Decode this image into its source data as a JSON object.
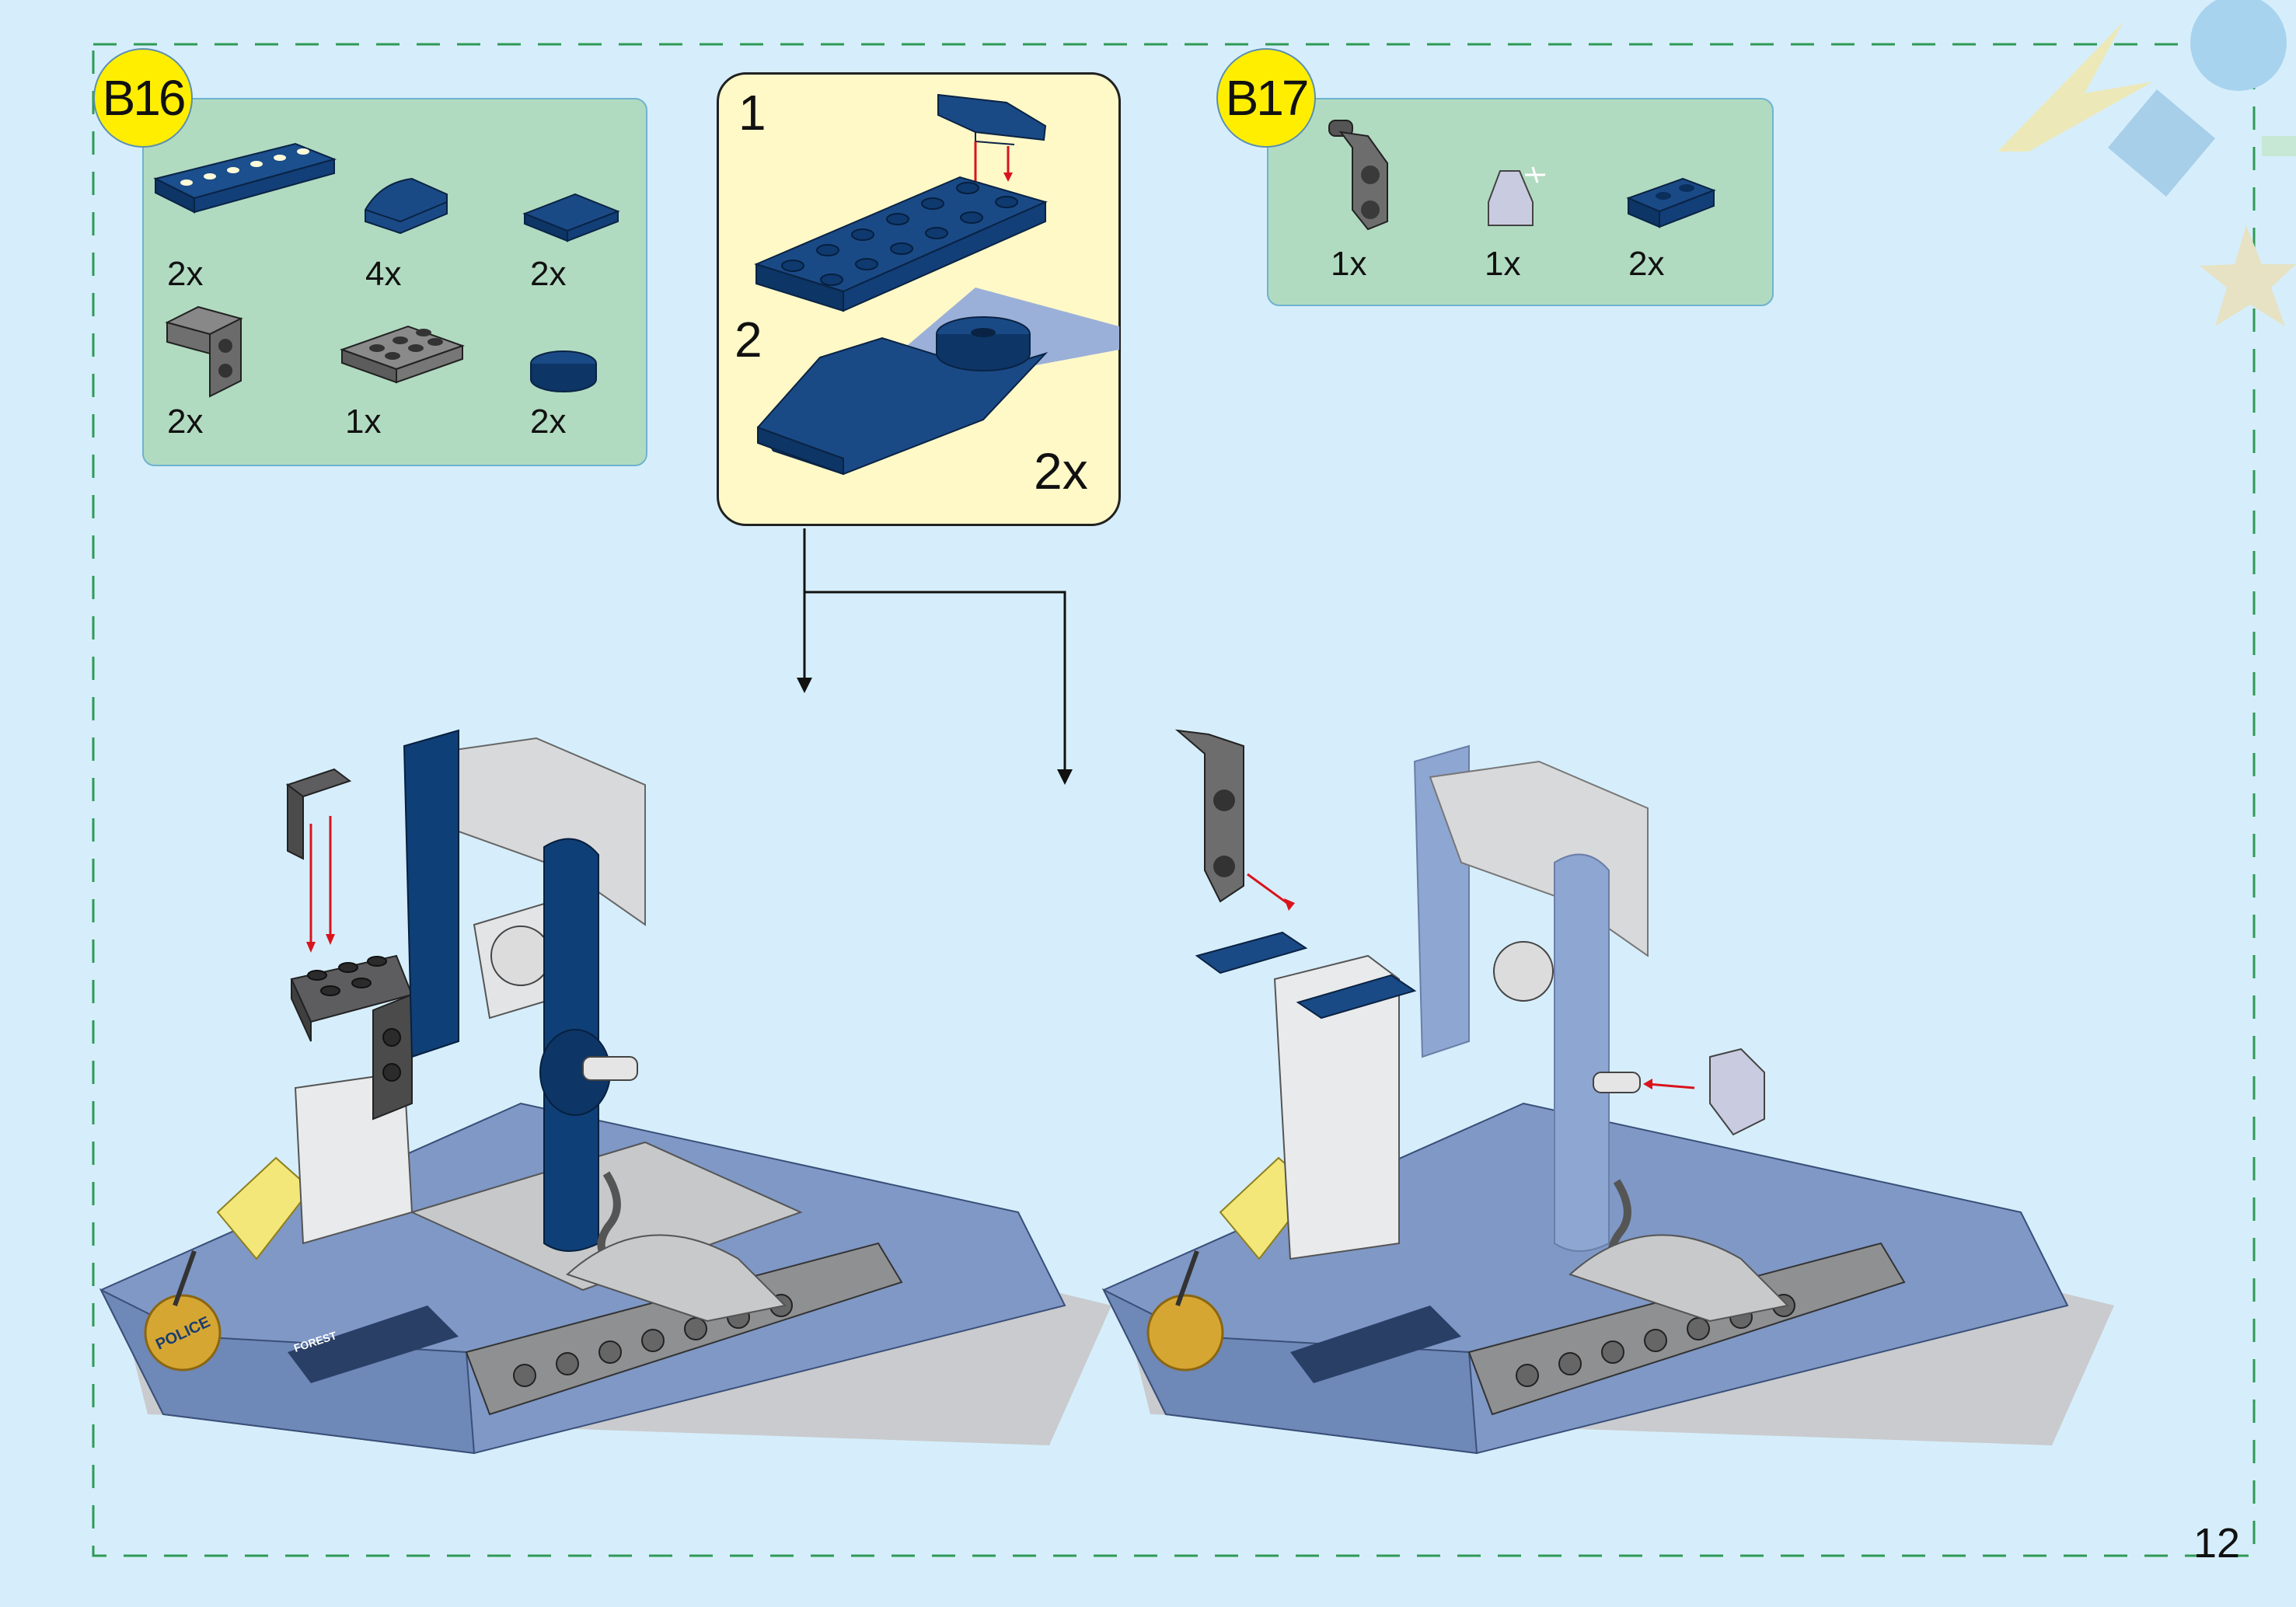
{
  "page_number": "12",
  "steps": [
    {
      "id": "B16",
      "parts": [
        {
          "icon": "dark-blue-plate-2x6-icon",
          "qty": "2x"
        },
        {
          "icon": "dark-blue-curved-slope-icon",
          "qty": "4x"
        },
        {
          "icon": "dark-blue-tile-2x2-icon",
          "qty": "2x"
        },
        {
          "icon": "gray-bracket-icon",
          "qty": "2x"
        },
        {
          "icon": "gray-plate-2x3-icon",
          "qty": "1x"
        },
        {
          "icon": "dark-blue-round-tile-icon",
          "qty": "2x"
        }
      ],
      "subassembly": {
        "substeps": [
          "1",
          "2"
        ],
        "multiplier": "2x"
      }
    },
    {
      "id": "B17",
      "parts": [
        {
          "icon": "gray-technic-arm-icon",
          "qty": "1x"
        },
        {
          "icon": "trans-clear-cone-icon",
          "qty": "1x"
        },
        {
          "icon": "dark-blue-clip-plate-icon",
          "qty": "2x"
        }
      ]
    }
  ],
  "model_decals": {
    "badge_text": "POLICE",
    "side_text": "FOREST"
  },
  "colors": {
    "page_background": "#d6eefb",
    "parts_panel": "#b1dbc1",
    "callout_background": "#fff9c8",
    "step_badge": "#ffee00",
    "dark_blue_brick": "#0f3f77",
    "medium_blue_body": "#7f98c6",
    "light_gray_brick": "#d8d9db",
    "dark_gray_brick": "#555557",
    "arrow_red": "#d9141c"
  }
}
